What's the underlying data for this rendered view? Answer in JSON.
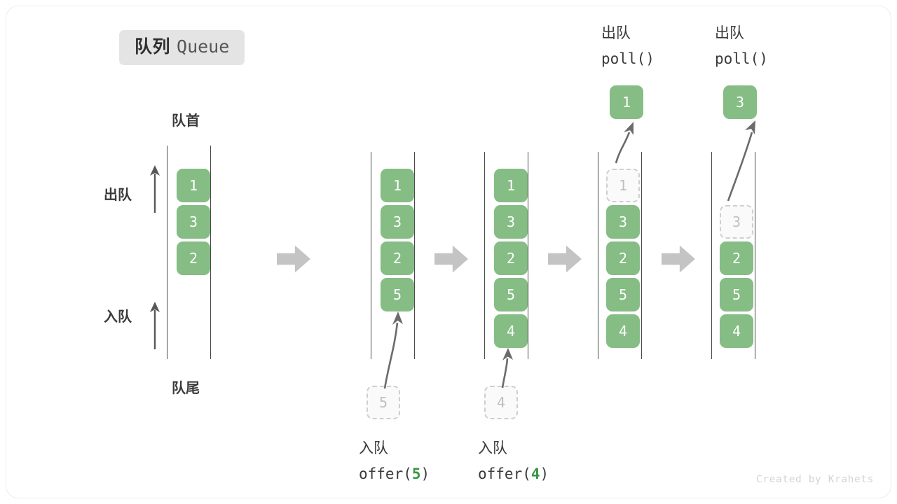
{
  "title": {
    "cn": "队列",
    "en": "Queue"
  },
  "labels": {
    "front": "队首",
    "rear": "队尾",
    "dequeue": "出队",
    "enqueue": "入队"
  },
  "watermark": "Created by Krahets",
  "colors": {
    "element_fill": "#85bd85",
    "element_text": "#ffffff",
    "ghost_fill": "#fafafa",
    "ghost_border": "#cfcfcf",
    "ghost_text": "#bfbfbf",
    "rail": "#4a4a4a",
    "transition_arrow": "#c4c4c4",
    "curve_arrow": "#6b6b6b",
    "label_text": "#3a3a3a",
    "badge_bg": "#e4e4e4",
    "accent_green_text": "#389544",
    "watermark": "#d4d4d4",
    "card_border": "#ededed"
  },
  "stages": [
    {
      "id": "stage-initial",
      "caption_cn": "",
      "caption_code": "",
      "items": [
        "1",
        "3",
        "2"
      ],
      "ghost_in_queue": null,
      "incoming_ghost": null,
      "popped": null
    },
    {
      "id": "stage-offer-5",
      "caption_cn": "入队",
      "caption_code": "offer(5)",
      "caption_arg": "5",
      "items": [
        "1",
        "3",
        "2",
        "5"
      ],
      "ghost_in_queue": null,
      "incoming_ghost": "5",
      "popped": null
    },
    {
      "id": "stage-offer-4",
      "caption_cn": "入队",
      "caption_code": "offer(4)",
      "caption_arg": "4",
      "items": [
        "1",
        "3",
        "2",
        "5",
        "4"
      ],
      "ghost_in_queue": null,
      "incoming_ghost": "4",
      "popped": null
    },
    {
      "id": "stage-poll-1",
      "caption_cn": "出队",
      "caption_code": "poll()",
      "items": [
        "3",
        "2",
        "5",
        "4"
      ],
      "ghost_in_queue": "1",
      "incoming_ghost": null,
      "popped": "1"
    },
    {
      "id": "stage-poll-3",
      "caption_cn": "出队",
      "caption_code": "poll()",
      "items": [
        "2",
        "5",
        "4"
      ],
      "ghost_in_queue": "3",
      "incoming_ghost": null,
      "popped": "3"
    }
  ],
  "transition_arrows": 4
}
